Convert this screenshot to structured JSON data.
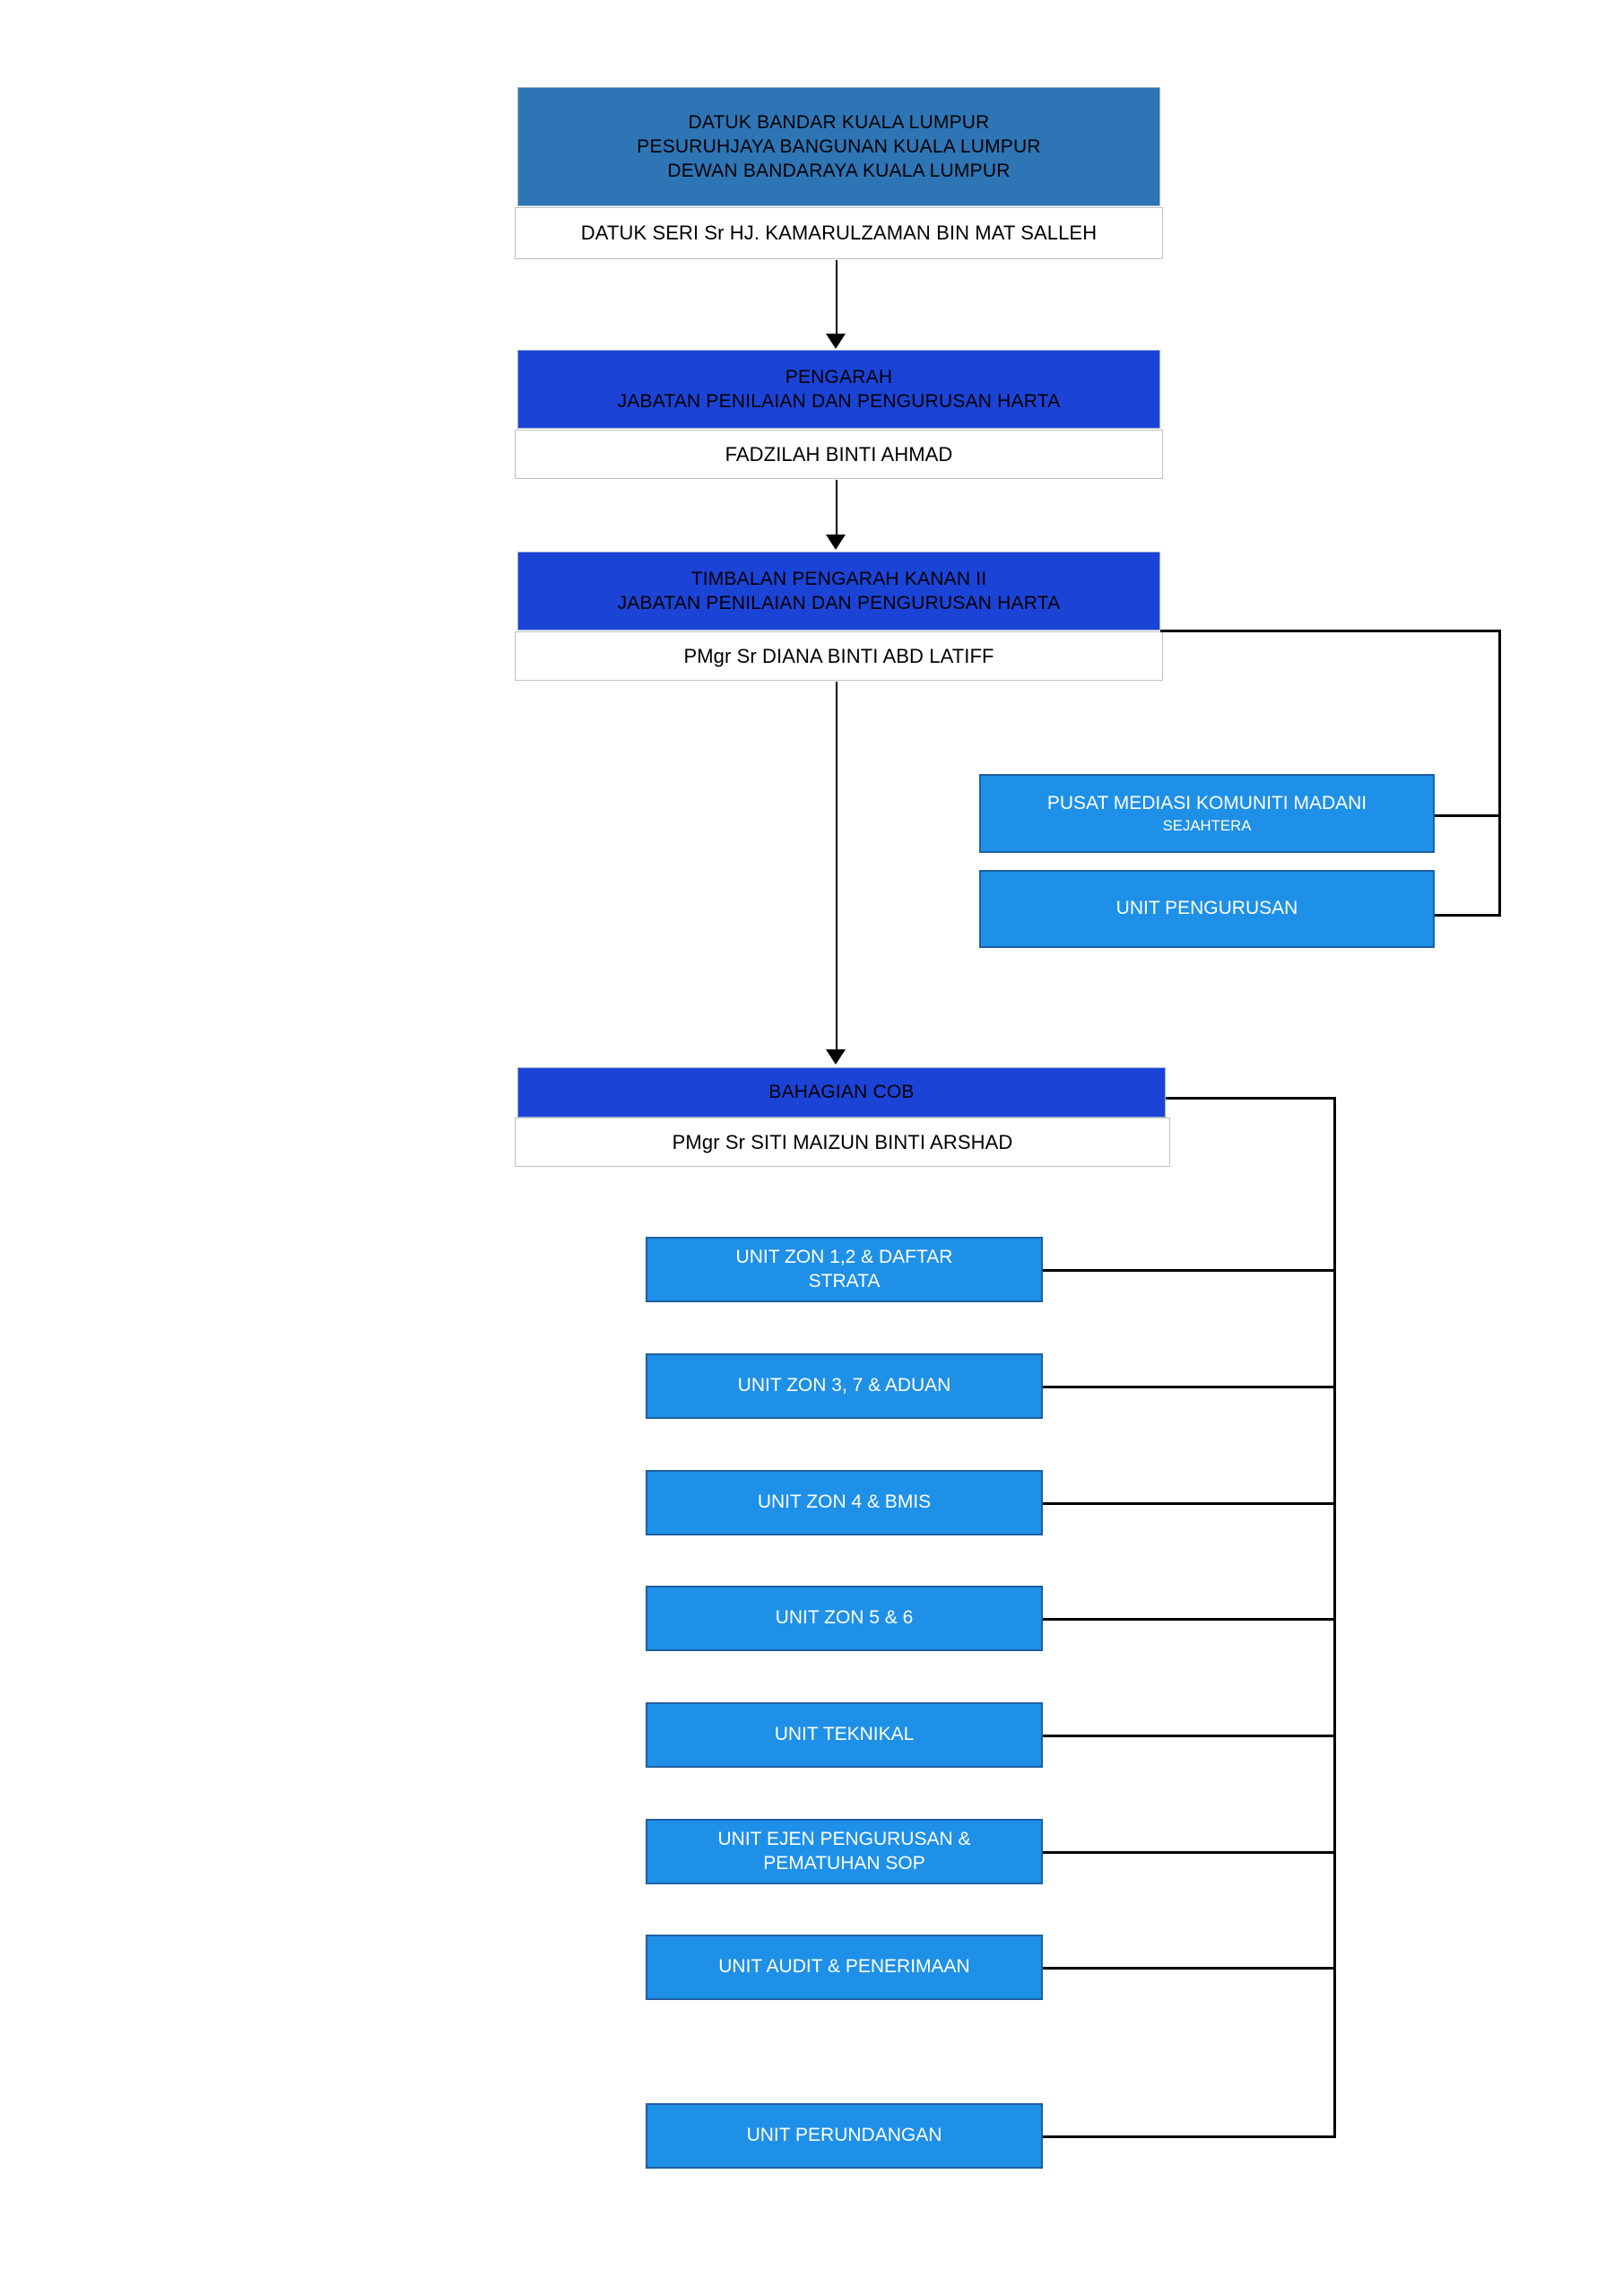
{
  "document": {
    "type": "organisational-chart",
    "language": "ms"
  },
  "colors": {
    "header_steel_blue": "#2e75b6",
    "header_strong_blue": "#1b43d6",
    "unit_light_blue": "#1e90e8",
    "unit_border": "#1f5fa0",
    "name_box_background": "#ffffff",
    "name_box_border": "#bfbfbf",
    "connector_line": "#000000",
    "page_background": "#ffffff"
  },
  "nodes": {
    "mayor": {
      "title_lines": [
        "DATUK BANDAR KUALA LUMPUR",
        "PESURUHJAYA BANGUNAN KUALA LUMPUR",
        "DEWAN BANDARAYA KUALA LUMPUR"
      ],
      "name": "DATUK SERI Sr HJ. KAMARULZAMAN BIN MAT SALLEH"
    },
    "director": {
      "title_lines": [
        "PENGARAH",
        "JABATAN PENILAIAN DAN PENGURUSAN HARTA"
      ],
      "name": "FADZILAH BINTI AHMAD"
    },
    "deputy_director": {
      "title_lines": [
        "TIMBALAN PENGARAH KANAN II",
        "JABATAN PENILAIAN DAN PENGURUSAN HARTA"
      ],
      "name": "PMgr Sr DIANA BINTI ABD LATIFF"
    },
    "cob_division": {
      "title_lines": [
        "BAHAGIAN COB"
      ],
      "name": "PMgr Sr SITI MAIZUN BINTI ARSHAD"
    }
  },
  "deputy_units": [
    {
      "label": "PUSAT MEDIASI KOMUNITI MADANI",
      "sublabel": "SEJAHTERA"
    },
    {
      "label": "UNIT PENGURUSAN",
      "sublabel": ""
    }
  ],
  "cob_units": [
    {
      "label": "UNIT ZON 1,2 & DAFTAR",
      "sublabel": "STRATA"
    },
    {
      "label": "UNIT ZON 3, 7 & ADUAN",
      "sublabel": ""
    },
    {
      "label": "UNIT ZON 4 & BMIS",
      "sublabel": ""
    },
    {
      "label": "UNIT ZON 5 & 6",
      "sublabel": ""
    },
    {
      "label": "UNIT TEKNIKAL",
      "sublabel": ""
    },
    {
      "label": "UNIT EJEN PENGURUSAN &",
      "sublabel": "PEMATUHAN SOP"
    },
    {
      "label": "UNIT AUDIT & PENERIMAAN",
      "sublabel": ""
    },
    {
      "label": "UNIT PERUNDANGAN",
      "sublabel": ""
    }
  ]
}
